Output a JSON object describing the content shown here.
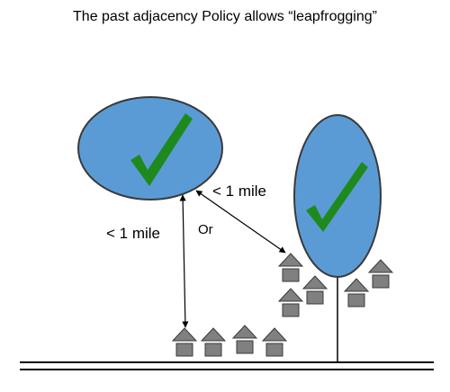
{
  "title": "The past adjacency Policy allows “leapfrogging”",
  "labels": {
    "distance_diagonal": "< 1 mile",
    "distance_vertical": "< 1 mile",
    "or": "Or"
  },
  "colors": {
    "ellipse_fill": "#5b9bd5",
    "ellipse_stroke": "#3a3a3a",
    "check": "#1e8a1e",
    "house_fill": "#808080",
    "house_stroke": "#3a3a3a",
    "line": "#000000"
  },
  "icons": [
    "check-mark-icon",
    "house-icon"
  ]
}
